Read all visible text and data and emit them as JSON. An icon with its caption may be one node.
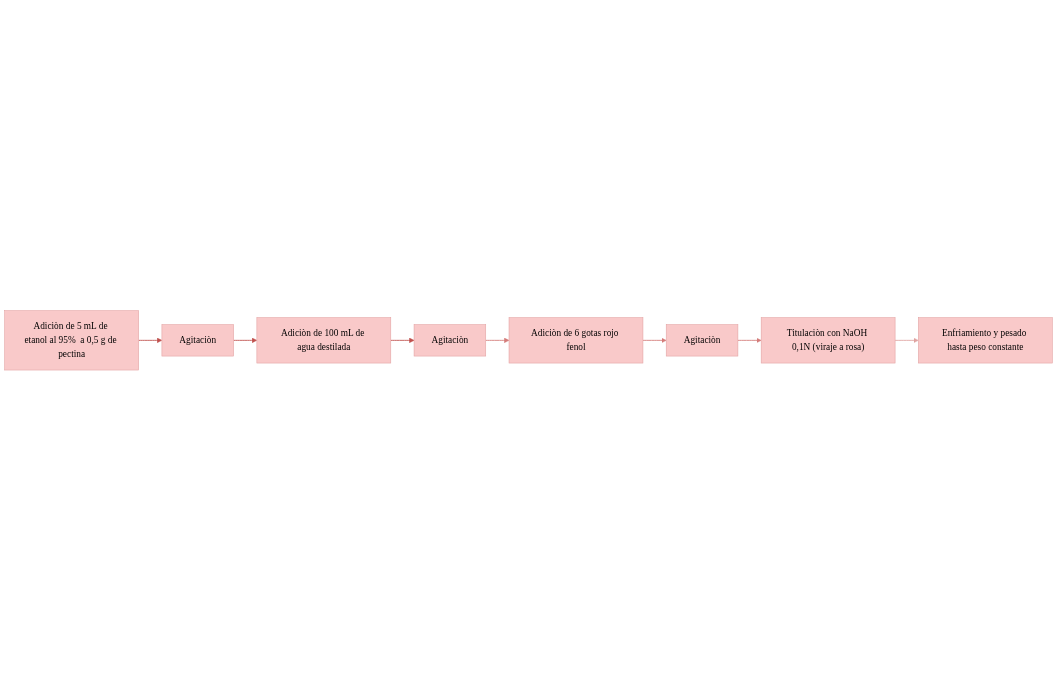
{
  "diagram": {
    "nodes": [
      {
        "text": [
          "Adiciòn de 5 mL de etanol al 95%  a 0,5 g de pectina"
        ]
      },
      {
        "text": [
          "Agitaciòn"
        ]
      },
      {
        "text": [
          "Adiciòn de 100 mL de agua destilada"
        ]
      },
      {
        "text": [
          "Agitaciòn"
        ]
      },
      {
        "text": [
          "Adiciòn de 6 gotas rojo fenol"
        ]
      },
      {
        "text": [
          "Agitaciòn"
        ]
      },
      {
        "text": [
          "Titulaciòn con NaOH 0,1N (viraje a rosa)"
        ]
      },
      {
        "text": [
          "Enfriamiento y pesado hasta peso constante"
        ]
      }
    ],
    "edges": [
      {
        "from": 0,
        "to": 1,
        "arrow": "to",
        "color": "#c0504d"
      },
      {
        "from": 1,
        "to": 2,
        "arrow": "to",
        "color": "#c0504d"
      },
      {
        "from": 2,
        "to": 3,
        "arrow": "to",
        "color": "#c0504d"
      },
      {
        "from": 3,
        "to": 4,
        "arrow": "to",
        "color": "#d47c7a"
      },
      {
        "from": 4,
        "to": 5,
        "arrow": "to",
        "color": "#d47c7a"
      },
      {
        "from": 5,
        "to": 6,
        "arrow": "to",
        "color": "#d47c7a"
      },
      {
        "from": 6,
        "to": 7,
        "arrow": "to",
        "color": "#e0a4a2"
      }
    ]
  }
}
